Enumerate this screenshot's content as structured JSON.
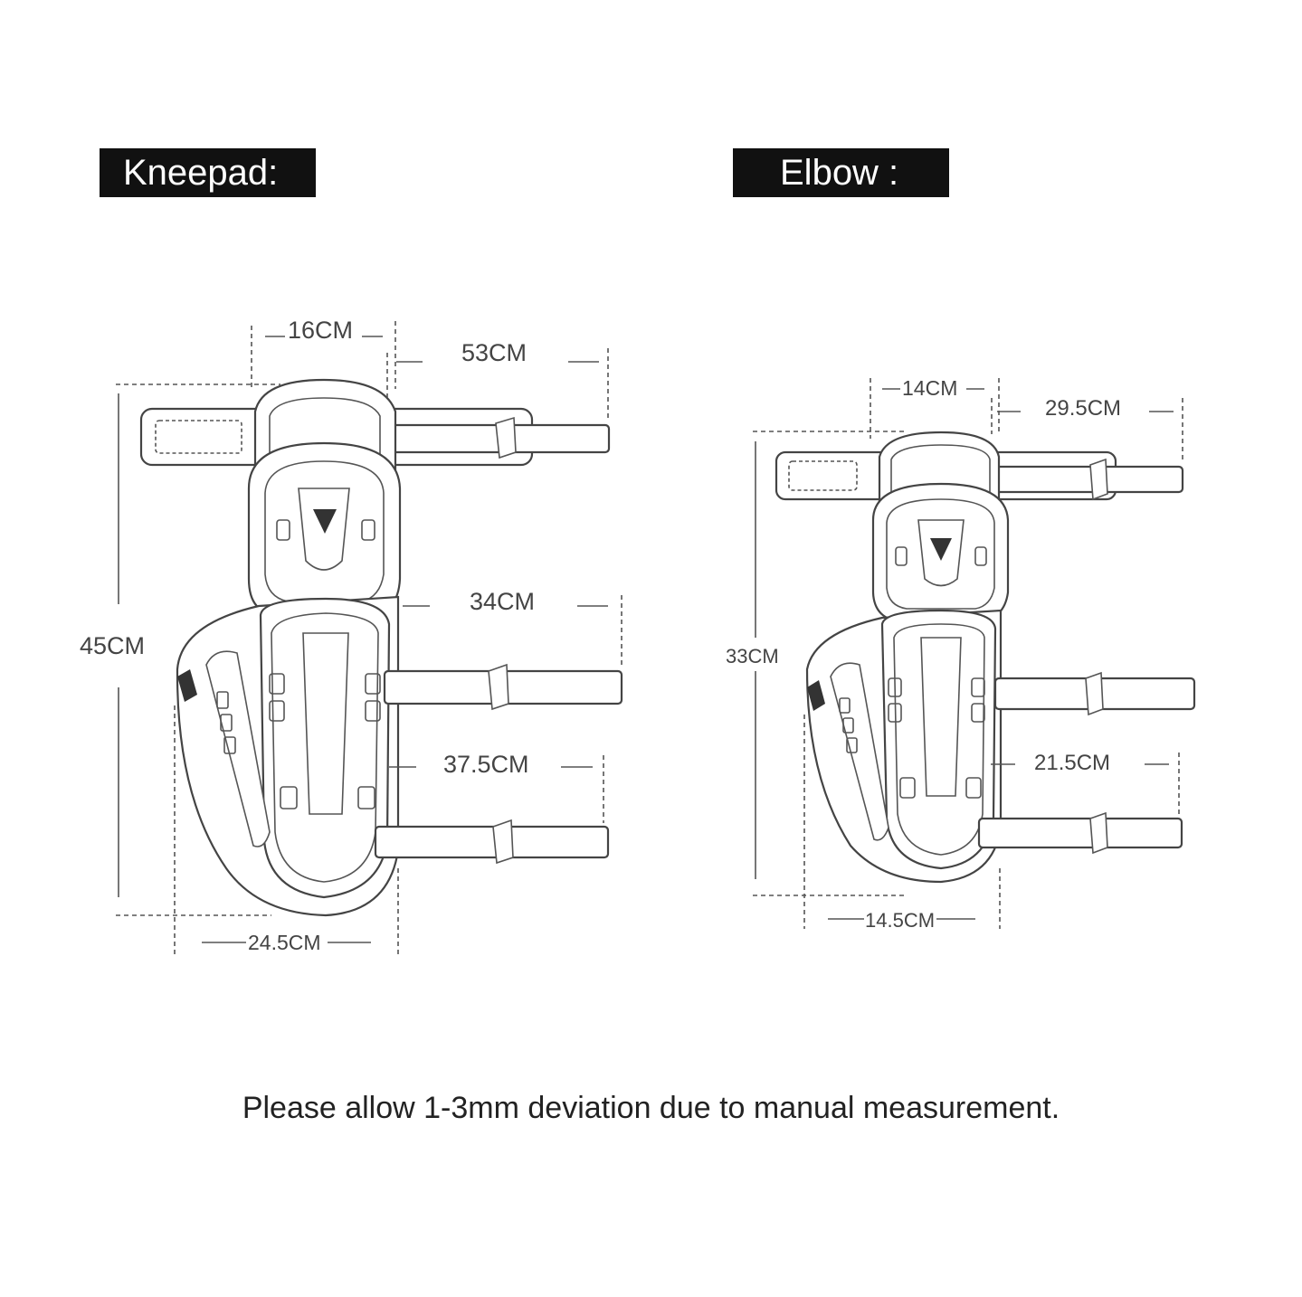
{
  "titles": {
    "kneepad": "Kneepad:",
    "elbow": "Elbow :"
  },
  "kneepad": {
    "top_width": "16CM",
    "top_strap": "53CM",
    "middle_strap": "34CM",
    "bottom_strap": "37.5CM",
    "height": "45CM",
    "bottom_width": "24.5CM"
  },
  "elbow": {
    "top_width": "14CM",
    "top_strap": "29.5CM",
    "bottom_strap": "21.5CM",
    "height": "33CM",
    "bottom_width": "14.5CM"
  },
  "footer": {
    "note": "Please allow 1-3mm deviation due to manual measurement."
  }
}
